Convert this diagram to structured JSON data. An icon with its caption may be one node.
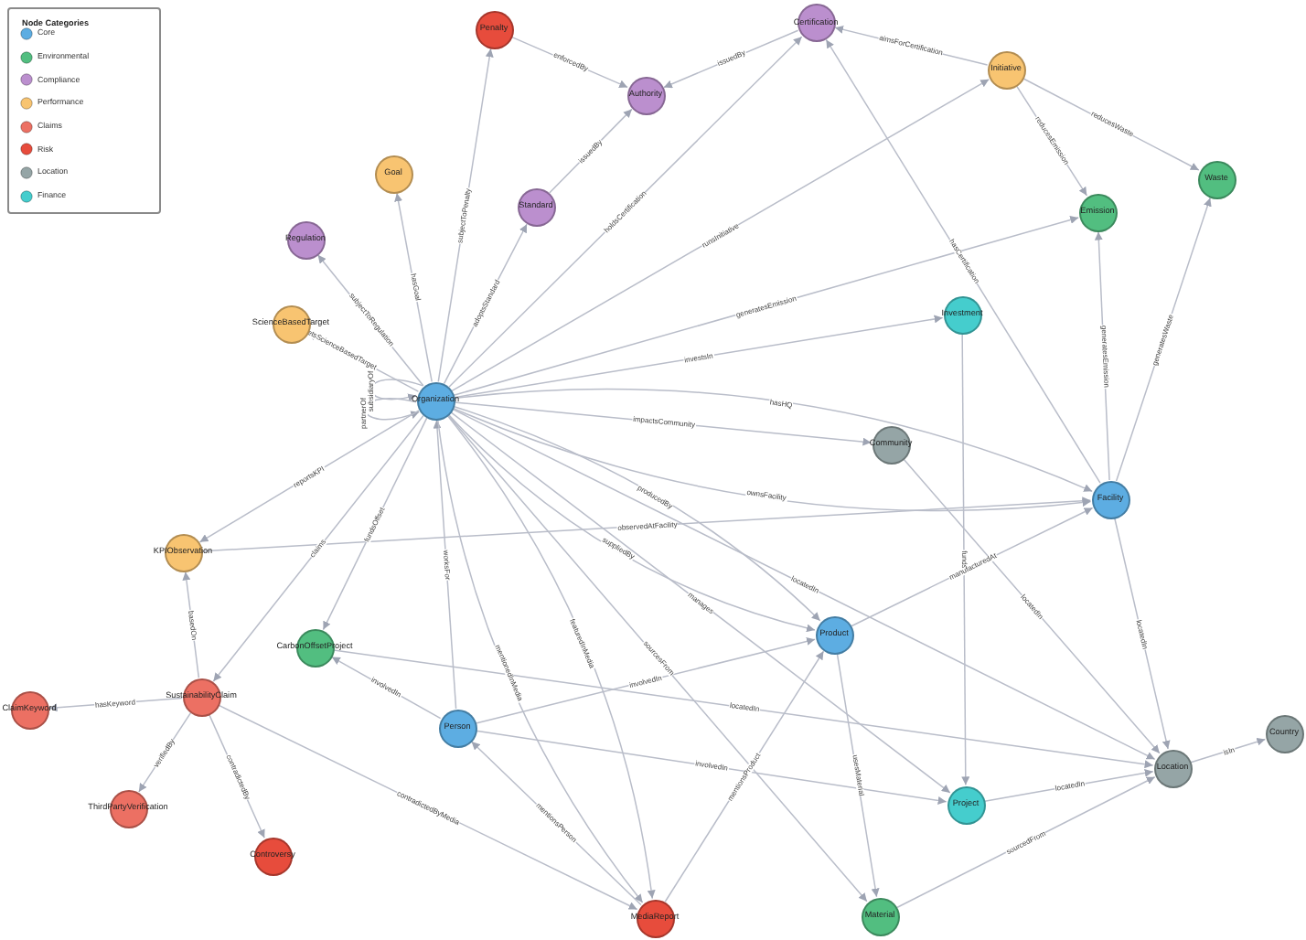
{
  "diagram": {
    "nodes": [
      {
        "text": [
          "Certification"
        ]
      },
      {
        "text": [
          "Penalty"
        ]
      },
      {
        "text": [
          "Initiative"
        ]
      },
      {
        "text": [
          "Authority"
        ]
      },
      {
        "text": [
          "Goal"
        ]
      },
      {
        "text": [
          "Waste"
        ]
      },
      {
        "text": [
          "Standard"
        ]
      },
      {
        "text": [
          "Emission"
        ]
      },
      {
        "text": [
          "Regulation"
        ]
      },
      {
        "text": [
          "Investment"
        ]
      },
      {
        "text": [
          "ScienceBasedTarget"
        ]
      },
      {
        "text": [
          "Organization"
        ]
      },
      {
        "text": [
          "Community"
        ]
      },
      {
        "text": [
          "Facility"
        ]
      },
      {
        "text": [
          "KPIObservation"
        ]
      },
      {
        "text": [
          "Product"
        ]
      },
      {
        "text": [
          "CarbonOffsetProject"
        ]
      },
      {
        "text": [
          "SustainabilityClaim"
        ]
      },
      {
        "text": [
          "ClaimKeyword"
        ]
      },
      {
        "text": [
          "Person"
        ]
      },
      {
        "text": [
          "Country"
        ]
      },
      {
        "text": [
          "Location"
        ]
      },
      {
        "text": [
          "Project"
        ]
      },
      {
        "text": [
          "ThirdPartyVerification"
        ]
      },
      {
        "text": [
          "Controversy"
        ]
      },
      {
        "text": [
          "Material"
        ]
      },
      {
        "text": [
          "MediaReport"
        ]
      }
    ],
    "edges": [
      {
        "from": 11,
        "to": 1,
        "arrow": "to",
        "label": "subjectToPenalty"
      },
      {
        "from": 1,
        "to": 3,
        "arrow": "to",
        "label": "enforcedBy"
      },
      {
        "from": 0,
        "to": 3,
        "arrow": "to",
        "label": "issuedBy"
      },
      {
        "from": 2,
        "to": 0,
        "arrow": "to",
        "label": "aimsForCertification"
      },
      {
        "from": 11,
        "to": 0,
        "arrow": "to",
        "label": "holdsCertification"
      },
      {
        "from": 6,
        "to": 3,
        "arrow": "to",
        "label": "issuedBy"
      },
      {
        "from": 11,
        "to": 6,
        "arrow": "to",
        "label": "adoptsStandard"
      },
      {
        "from": 11,
        "to": 4,
        "arrow": "to",
        "label": "hasGoal"
      },
      {
        "from": 11,
        "to": 8,
        "arrow": "to",
        "label": "subjectToRegulation"
      },
      {
        "from": 11,
        "to": 10,
        "arrow": "to",
        "label": "setsScienceBasedTarget"
      },
      {
        "from": 11,
        "to": 11,
        "arrow": "to",
        "label": "subsidiaryOf"
      },
      {
        "from": 11,
        "to": 11,
        "arrow": "to",
        "label": "partnerOf"
      },
      {
        "from": 11,
        "to": 2,
        "arrow": "to",
        "label": "runsInitiative"
      },
      {
        "from": 2,
        "to": 7,
        "arrow": "to",
        "label": "reducesEmission"
      },
      {
        "from": 2,
        "to": 5,
        "arrow": "to",
        "label": "reducesWaste"
      },
      {
        "from": 13,
        "to": 0,
        "arrow": "to",
        "label": "hasCertification"
      },
      {
        "from": 11,
        "to": 7,
        "arrow": "to",
        "label": "generatesEmission"
      },
      {
        "from": 13,
        "to": 7,
        "arrow": "to",
        "label": "generatesEmission"
      },
      {
        "from": 13,
        "to": 5,
        "arrow": "to",
        "label": "generatesWaste"
      },
      {
        "from": 11,
        "to": 9,
        "arrow": "to",
        "label": "investsIn"
      },
      {
        "from": 11,
        "to": 13,
        "arrow": "to",
        "label": "hasHQ"
      },
      {
        "from": 11,
        "to": 12,
        "arrow": "to",
        "label": "impactsCommunity"
      },
      {
        "from": 11,
        "to": 13,
        "arrow": "to",
        "label": "ownsFacility"
      },
      {
        "from": 11,
        "to": 14,
        "arrow": "to",
        "label": "reportsKPI"
      },
      {
        "from": 14,
        "to": 13,
        "arrow": "to",
        "label": "observedAtFacility"
      },
      {
        "from": 11,
        "to": 17,
        "arrow": "to",
        "label": "claims"
      },
      {
        "from": 11,
        "to": 16,
        "arrow": "to",
        "label": "fundsOffset"
      },
      {
        "from": 19,
        "to": 11,
        "arrow": "to",
        "label": "worksFor"
      },
      {
        "from": 11,
        "to": 15,
        "arrow": "to",
        "label": "producedBy"
      },
      {
        "from": 11,
        "to": 15,
        "arrow": "to",
        "label": "suppliedBy"
      },
      {
        "from": 11,
        "to": 22,
        "arrow": "to",
        "label": "manages"
      },
      {
        "from": 11,
        "to": 21,
        "arrow": "to",
        "label": "locatedIn"
      },
      {
        "from": 11,
        "to": 25,
        "arrow": "to",
        "label": "sourcesFrom"
      },
      {
        "from": 11,
        "to": 26,
        "arrow": "to",
        "label": "featuredInMedia"
      },
      {
        "from": 11,
        "to": 26,
        "arrow": "to",
        "label": "mentionedInMedia"
      },
      {
        "from": 9,
        "to": 22,
        "arrow": "to",
        "label": "funds"
      },
      {
        "from": 12,
        "to": 21,
        "arrow": "to",
        "label": "locatedIn"
      },
      {
        "from": 15,
        "to": 13,
        "arrow": "to",
        "label": "manufacturedAt"
      },
      {
        "from": 13,
        "to": 21,
        "arrow": "to",
        "label": "locatedIn"
      },
      {
        "from": 21,
        "to": 20,
        "arrow": "to",
        "label": "isIn"
      },
      {
        "from": 22,
        "to": 21,
        "arrow": "to",
        "label": "locatedIn"
      },
      {
        "from": 25,
        "to": 21,
        "arrow": "to",
        "label": "sourcedFrom"
      },
      {
        "from": 16,
        "to": 21,
        "arrow": "to",
        "label": "locatedIn"
      },
      {
        "from": 19,
        "to": 16,
        "arrow": "to",
        "label": "involvedIn"
      },
      {
        "from": 19,
        "to": 15,
        "arrow": "to",
        "label": "involvedIn"
      },
      {
        "from": 19,
        "to": 22,
        "arrow": "to",
        "label": "involvedIn"
      },
      {
        "from": 26,
        "to": 15,
        "arrow": "to",
        "label": "mentionsProduct"
      },
      {
        "from": 15,
        "to": 25,
        "arrow": "to",
        "label": "usesMaterial"
      },
      {
        "from": 26,
        "to": 19,
        "arrow": "to",
        "label": "mentionsPerson"
      },
      {
        "from": 17,
        "to": 26,
        "arrow": "to",
        "label": "contradictedByMedia"
      },
      {
        "from": 17,
        "to": 14,
        "arrow": "to",
        "label": "basedOn"
      },
      {
        "from": 17,
        "to": 18,
        "arrow": "to",
        "label": "hasKeyword"
      },
      {
        "from": 17,
        "to": 23,
        "arrow": "to",
        "label": "verifiedBy"
      },
      {
        "from": 17,
        "to": 24,
        "arrow": "to",
        "label": "contradictedBy"
      }
    ],
    "labels": [
      "Node Categories"
    ],
    "legend": [
      {
        "text": "Core",
        "color": "#5dade2"
      },
      {
        "text": "Environmental",
        "color": "#52be80"
      },
      {
        "text": "Compliance",
        "color": "#bb8fce"
      },
      {
        "text": "Performance",
        "color": "#f8c471"
      },
      {
        "text": "Claims",
        "color": "#ec7063"
      },
      {
        "text": "Risk",
        "color": "#e74c3c"
      },
      {
        "text": "Location",
        "color": "#95a5a6"
      },
      {
        "text": "Finance",
        "color": "#45cdcd"
      }
    ]
  }
}
